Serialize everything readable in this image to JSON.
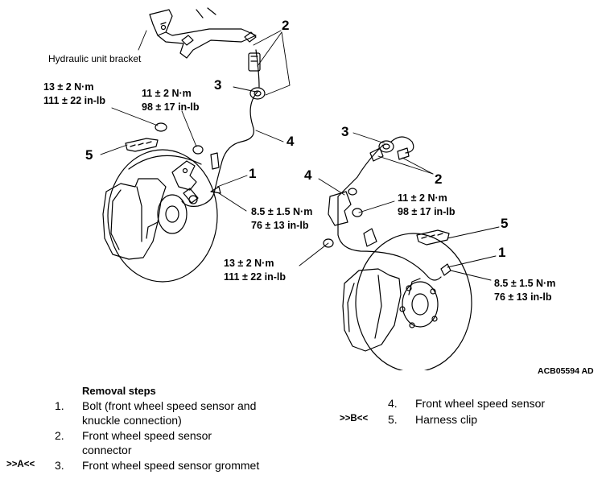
{
  "figure": {
    "code": "ACB05594 AD",
    "captions": {
      "hydraulic_bracket": "Hydraulic unit bracket"
    },
    "callouts_left": [
      "2",
      "3",
      "4",
      "5",
      "1"
    ],
    "callouts_right": [
      "3",
      "4",
      "2",
      "5",
      "1"
    ],
    "torques": {
      "left_top_a_1": "13 ± 2 N·m",
      "left_top_a_2": "111 ± 22 in-lb",
      "left_top_b_1": "11 ± 2 N·m",
      "left_top_b_2": "98 ± 17 in-lb",
      "left_bottom_1": "8.5 ± 1.5 N·m",
      "left_bottom_2": "76 ± 13 in-lb",
      "right_top_1": "11 ± 2 N·m",
      "right_top_2": "98 ± 17 in-lb",
      "right_mid_1": "13 ± 2 N·m",
      "right_mid_2": "111 ± 22 in-lb",
      "right_bottom_1": "8.5 ± 1.5 N·m",
      "right_bottom_2": "76 ± 13 in-lb"
    }
  },
  "removal": {
    "title": "Removal steps",
    "steps": [
      {
        "ref": "",
        "num": "1.",
        "lines": [
          "Bolt (front wheel speed sensor and",
          "knuckle connection)"
        ]
      },
      {
        "ref": "",
        "num": "2.",
        "lines": [
          "Front wheel speed sensor",
          "connector"
        ]
      },
      {
        "ref": ">>A<<",
        "num": "3.",
        "lines": [
          "Front wheel speed sensor grommet"
        ]
      },
      {
        "ref": "",
        "num": "4.",
        "lines": [
          "Front wheel speed sensor"
        ]
      },
      {
        "ref": ">>B<<",
        "num": "5.",
        "lines": [
          "Harness clip"
        ]
      }
    ]
  }
}
